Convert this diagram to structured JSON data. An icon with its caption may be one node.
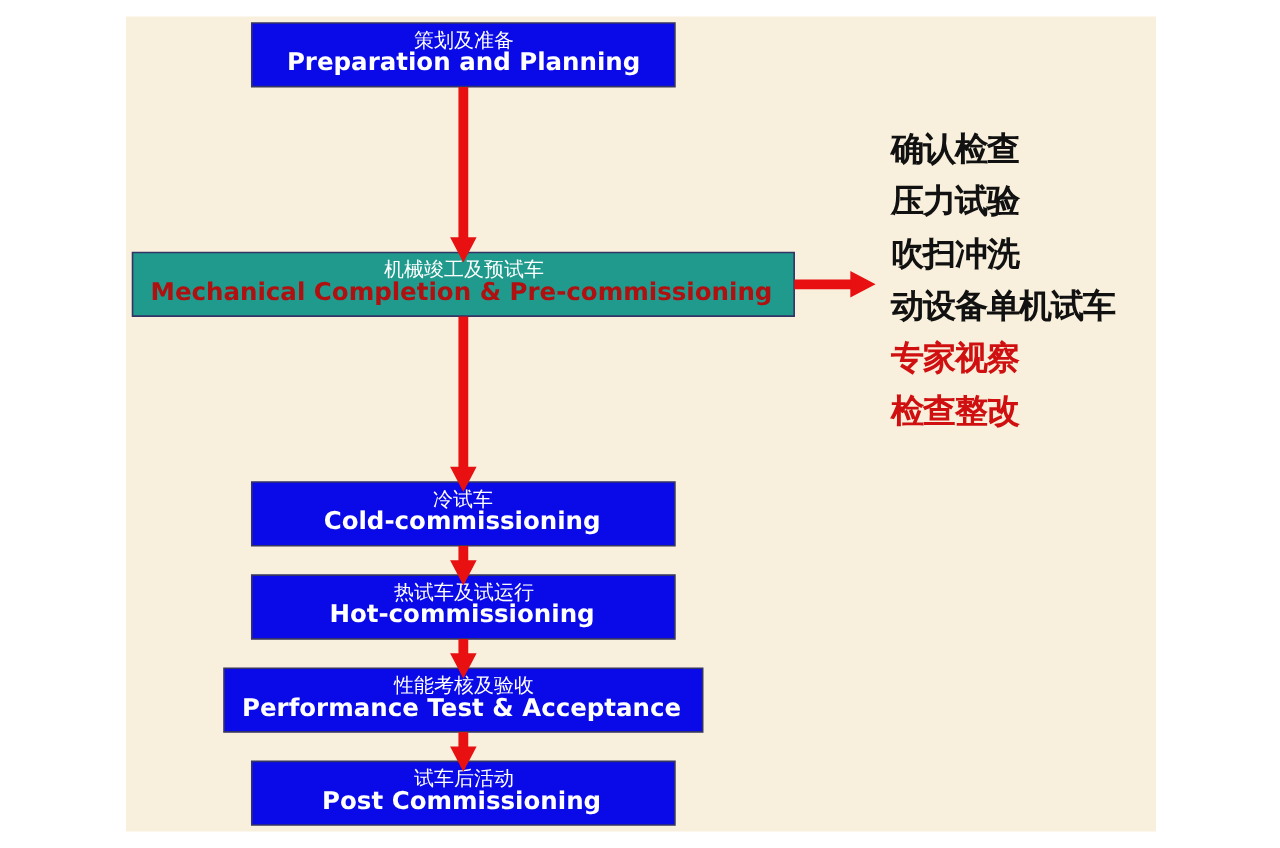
{
  "diagram": {
    "nodes": [
      {
        "text": [
          "策划及准备",
          "Preparation and Planning"
        ]
      },
      {
        "text": [
          "机械竣工及预试车",
          "Mechanical Completion & Pre-commissioning"
        ]
      },
      {
        "text": [
          "冷试车",
          "Cold-commissioning"
        ]
      },
      {
        "text": [
          "热试车及试运行",
          "Hot-commissioning"
        ]
      },
      {
        "text": [
          "性能考核及验收",
          "Performance Test & Acceptance"
        ]
      },
      {
        "text": [
          "试车后活动",
          "Post Commissioning"
        ]
      },
      {
        "text": [
          "确认检查",
          "压力试验",
          "吹扫冲洗",
          "动设备单机试车",
          "专家视察",
          "检查整改"
        ]
      }
    ],
    "edges": [
      {
        "from": 0,
        "to": 1,
        "arrow": "to"
      },
      {
        "from": 1,
        "to": 2,
        "arrow": "to"
      },
      {
        "from": 2,
        "to": 3,
        "arrow": "to"
      },
      {
        "from": 3,
        "to": 4,
        "arrow": "to"
      },
      {
        "from": 4,
        "to": 5,
        "arrow": "to"
      },
      {
        "from": 1,
        "to": 6,
        "arrow": "to"
      }
    ]
  }
}
